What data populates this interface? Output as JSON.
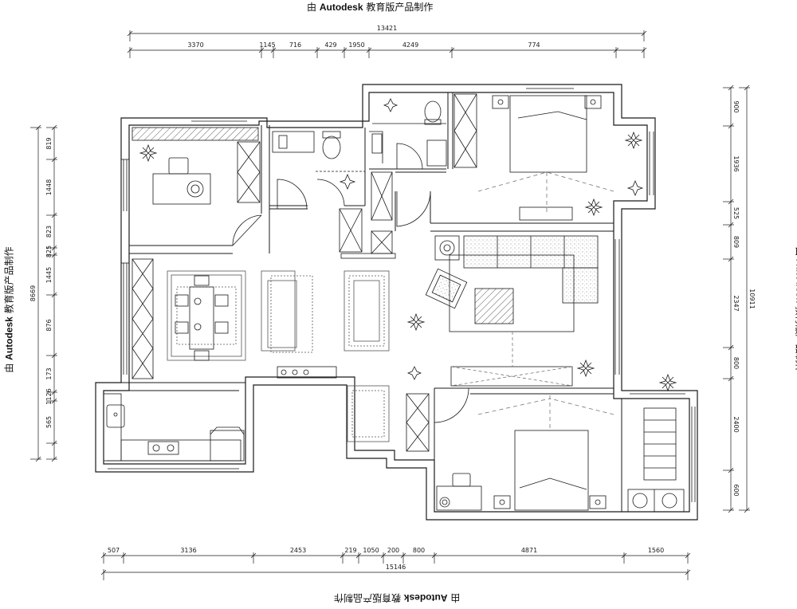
{
  "watermark": {
    "prefix": "由",
    "brand": "Autodesk",
    "suffix": "教育版产品制作"
  },
  "dimensions": {
    "top_total": "13421",
    "top_segments": [
      "3370",
      "1145",
      "716",
      "429",
      "1950",
      "4249",
      "774"
    ],
    "bottom_total": "15146",
    "bottom_segments": [
      "507",
      "3136",
      "2453",
      "219",
      "1050",
      "200",
      "800",
      "4871",
      "1560"
    ],
    "left_total": "8669",
    "left_segments": [
      "819",
      "1448",
      "823",
      "825",
      "1445",
      "876",
      "173",
      "1126",
      "565"
    ],
    "right_total": "10911",
    "right_segments": [
      "900",
      "1936",
      "525",
      "809",
      "2347",
      "800",
      "2400",
      "600"
    ]
  },
  "colors": {
    "line": "#1a1a1a",
    "thin": "#555555",
    "dash": "#777777",
    "background": "#ffffff"
  }
}
